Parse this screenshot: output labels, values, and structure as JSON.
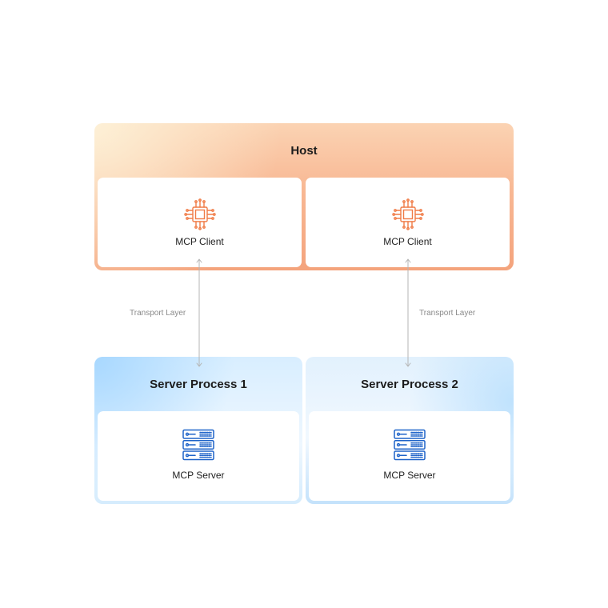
{
  "host": {
    "title": "Host",
    "clients": [
      {
        "label": "MCP Client",
        "icon": "chip-icon"
      },
      {
        "label": "MCP Client",
        "icon": "chip-icon"
      }
    ]
  },
  "transport": {
    "labels": [
      "Transport Layer",
      "Transport Layer"
    ]
  },
  "servers": [
    {
      "title": "Server Process 1",
      "label": "MCP Server",
      "icon": "server-rack-icon"
    },
    {
      "title": "Server Process 2",
      "label": "MCP Server",
      "icon": "server-rack-icon"
    }
  ],
  "colors": {
    "host_accent": "#f4a37c",
    "chip_icon": "#f07b46",
    "server_icon": "#1e63c9",
    "server_bg": "#d8eeff",
    "connector": "#b5b5b5"
  }
}
